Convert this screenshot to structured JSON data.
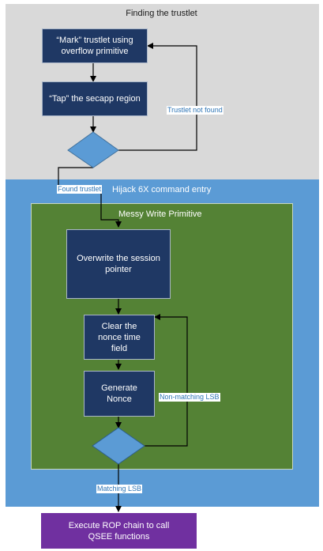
{
  "zones": {
    "finding": {
      "title": "Finding the trustlet"
    },
    "hijack": {
      "title": "Hijack 6X command entry"
    },
    "messy": {
      "title": "Messy Write Primitive"
    }
  },
  "nodes": {
    "mark": "“Mark” trustlet using overflow primitive",
    "tap": "“Tap” the secapp region",
    "overwrite": "Overwrite the session pointer",
    "clear": "Clear the nonce time field",
    "generate": "Generate Nonce",
    "rop": "Execute ROP chain to call QSEE functions"
  },
  "edge_labels": {
    "trustlet_not_found": "Trustlet not found",
    "found_trustlet": "Found trustlet",
    "non_matching_lsb": "Non-matching LSB",
    "matching_lsb": "Matching LSB"
  },
  "colors": {
    "finding_zone": "#d9d9d9",
    "hijack_zone": "#5b9bd5",
    "messy_zone": "#548235",
    "process_box": "#1f3864",
    "decision": "#5b9bd5",
    "rop_box": "#7030a0"
  }
}
